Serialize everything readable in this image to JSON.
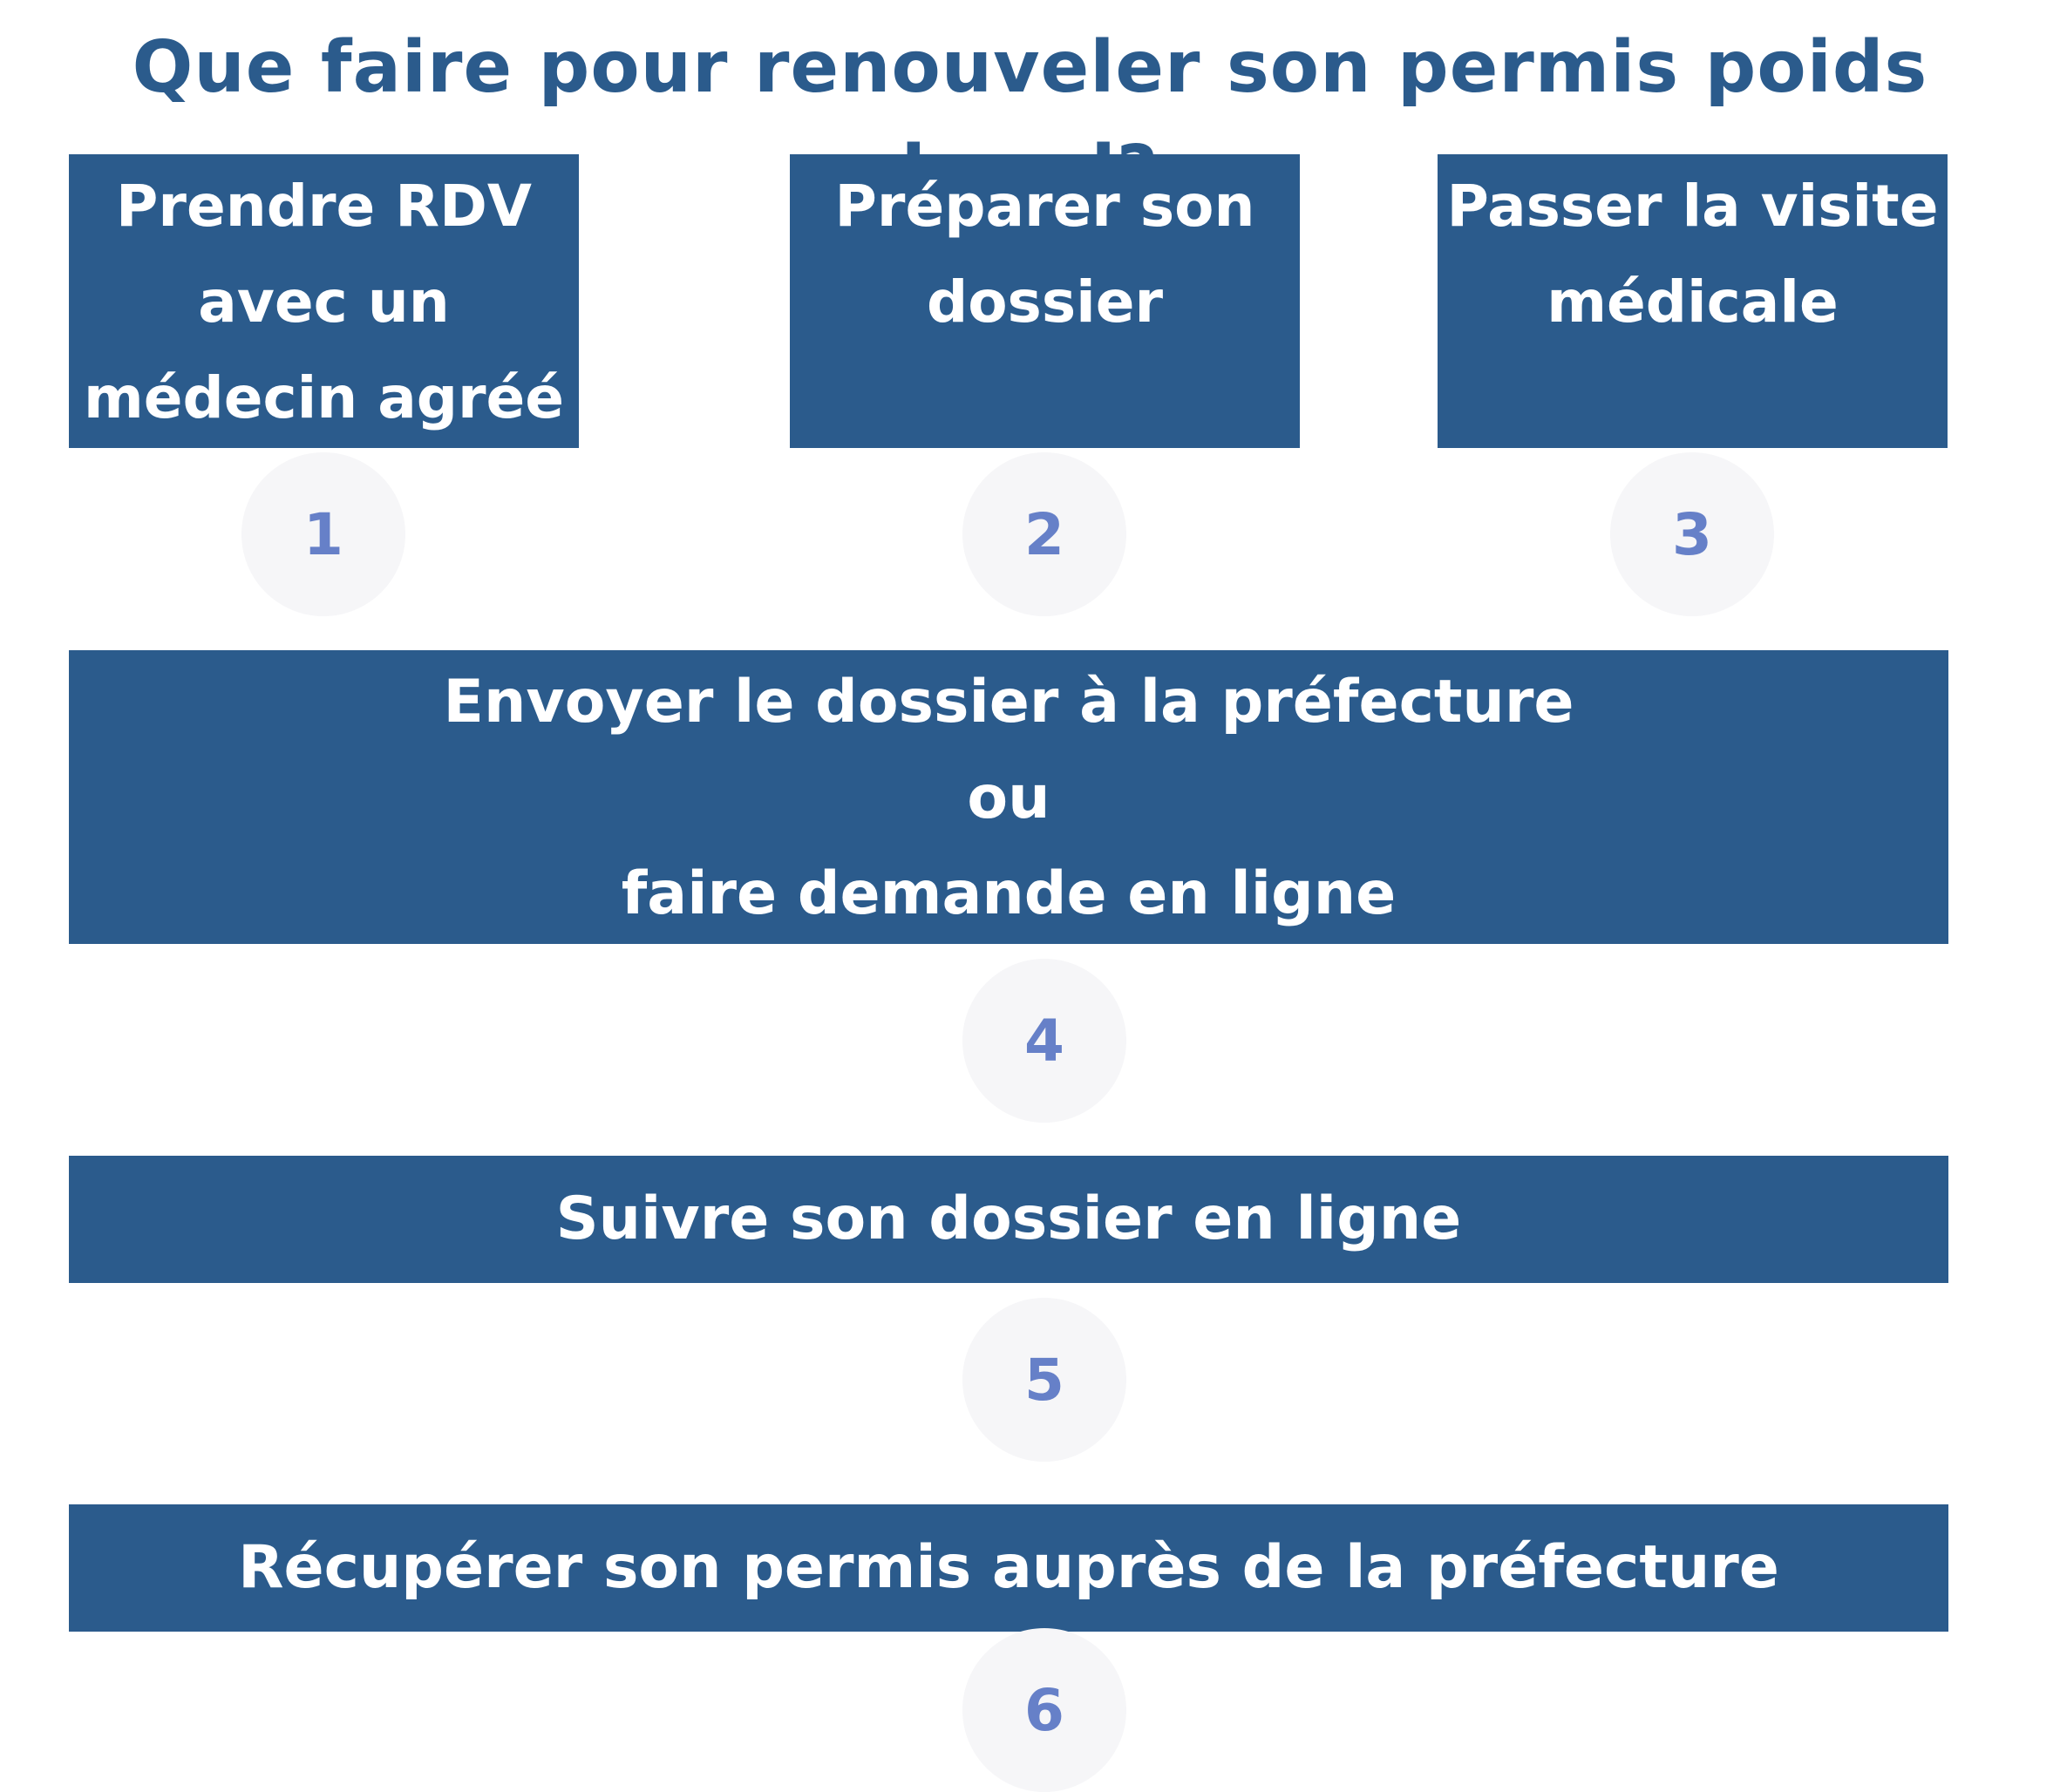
{
  "title": "Que faire pour renouveler son permis poids lourd?",
  "colors": {
    "box": "#2b5b8c",
    "title": "#2b5b8c",
    "number": "#6680c8",
    "circle": "#f6f6f8"
  },
  "steps": [
    {
      "number": "1",
      "lines": [
        "Prendre RDV",
        "avec un",
        "médecin agréé"
      ]
    },
    {
      "number": "2",
      "lines": [
        "Préparer son",
        "dossier"
      ]
    },
    {
      "number": "3",
      "lines": [
        "Passer la visite",
        "médicale"
      ]
    },
    {
      "number": "4",
      "lines": [
        "Envoyer le dossier à la préfecture",
        "ou",
        "faire demande en ligne"
      ]
    },
    {
      "number": "5",
      "lines": [
        "Suivre son dossier en ligne"
      ]
    },
    {
      "number": "6",
      "lines": [
        "Récupérer son permis auprès de la préfecture"
      ]
    }
  ]
}
